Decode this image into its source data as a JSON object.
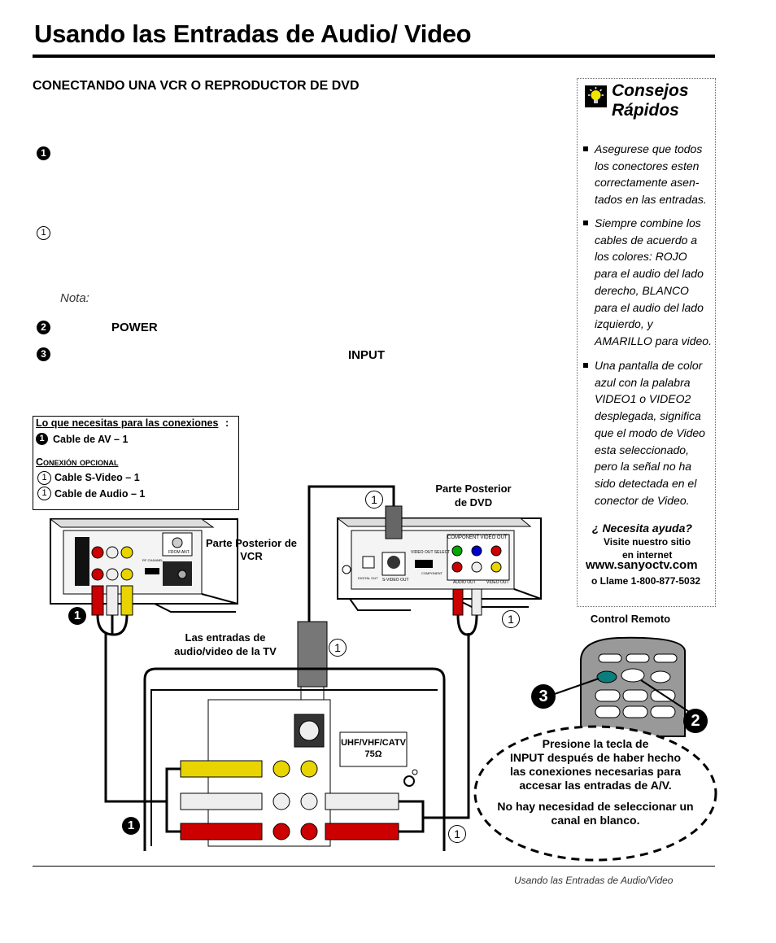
{
  "page": {
    "title": "Usando las Entradas de Audio/ Video",
    "section_heading": "CONECTANDO UNA VCR O REPRODUCTOR DE DVD",
    "steps": [
      {
        "marker": "1"
      },
      {
        "marker": "1"
      },
      {
        "note_label": "Nota:"
      },
      {
        "marker": "2",
        "key": "POWER"
      },
      {
        "marker": "3",
        "key": "INPUT"
      }
    ],
    "footer": "Usando las Entradas de Audio/Video"
  },
  "tips": {
    "title_line1": "Consejos",
    "title_line2": "Rápidos",
    "items": [
      "Asegurese que todos los conectores esten correctamente asen- tados en las entradas.",
      "Siempre combine los cables de acuerdo a los colores: ROJO para el audio del lado derecho, BLANCO para el audio del lado izquierdo, y AMARILLO para video.",
      "Una pantalla de color azul con la palabra VIDEO1 o VIDEO2 desplegada, significa que el modo de Video esta seleccionado, pero la señal no ha sido detectada en el conector de Video."
    ],
    "help_question": "¿ Necesita ayuda?",
    "help_line1": "Visite nuestro sitio",
    "help_line2": "en internet",
    "help_url": "www.sanyoctv.com",
    "help_phone": "o Llame 1-800-877-5032"
  },
  "needs": {
    "heading": "Lo que necesitas para las conexiones",
    "main_item": "Cable de AV – 1",
    "optional_heading": "Conexión opcional",
    "optional_items": [
      "Cable S-Video – 1",
      "Cable de Audio – 1"
    ]
  },
  "diagram": {
    "vcr_label": "Parte Posterior de VCR",
    "dvd_label_line1": "Parte Posterior",
    "dvd_label_line2": "de DVD",
    "tv_label_line1": "Las entradas de",
    "tv_label_line2": "audio/video de la TV",
    "remote_label": "Control Remoto",
    "uhf_label_line1": "UHF/VHF/CATV",
    "uhf_label_line2": "75Ω",
    "callout_line1": "Presione la tecla de",
    "callout_line2": "INPUT después de haber hecho",
    "callout_line3": "las conexiones necesarias para",
    "callout_line4": "accesar las entradas de A/V.",
    "callout_line5": "No hay necesidad de seleccionar un",
    "callout_line6": "canal en blanco.",
    "dvd_component_label": "COMPONENT  VIDEO  OUT",
    "dvd_video_select": "VIDEO OUT SELECT",
    "dvd_audio_out": "AUDIO OUT",
    "dvd_video_out": "VIDEO OUT",
    "dvd_svideo_out": "S-VIDEO OUT",
    "dvd_digital_out": "DIGITAL OUT",
    "dvd_component_small": "COMPONENT",
    "vcr_from_ant": "FROM ANT.",
    "vcr_rf_channel": "RF CHANNEL",
    "marker_1": "1",
    "marker_2": "2",
    "marker_3": "3"
  }
}
